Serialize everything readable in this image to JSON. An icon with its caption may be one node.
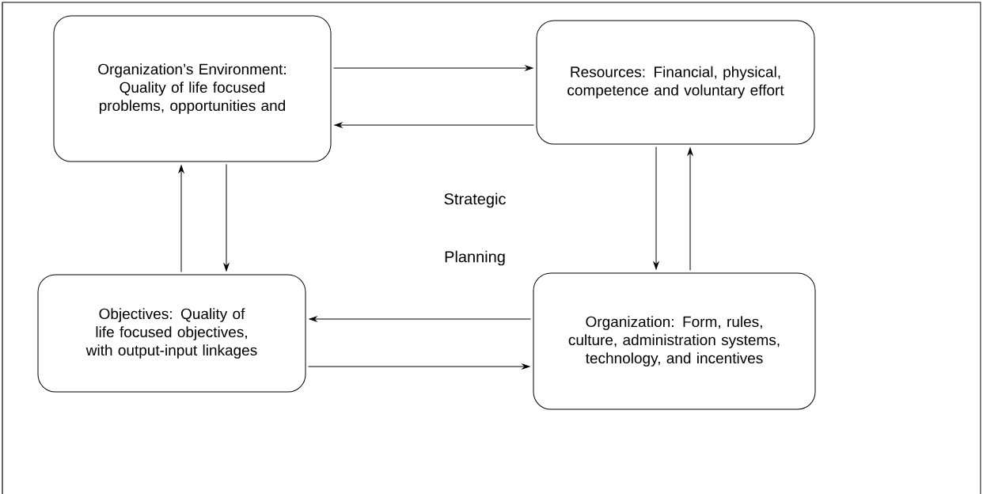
{
  "diagram": {
    "nodes": [
      {
        "text": [
          "Organization’s Environment: Quality of life focused problems, opportunities and"
        ]
      },
      {
        "text": [
          "Resources: Financial, physical, competence and voluntary effort"
        ]
      },
      {
        "text": [
          "Objectives: Quality of life focused objectives, with output-input linkages"
        ]
      },
      {
        "text": [
          "Organization: Form, rules, culture, administration systems, technology, and incentives"
        ]
      }
    ],
    "edges": [
      {
        "from": 0,
        "to": 1,
        "arrow": "to"
      },
      {
        "from": 1,
        "to": 0,
        "arrow": "to"
      },
      {
        "from": 0,
        "to": 2,
        "arrow": "to"
      },
      {
        "from": 2,
        "to": 0,
        "arrow": "to"
      },
      {
        "from": 1,
        "to": 3,
        "arrow": "to"
      },
      {
        "from": 3,
        "to": 1,
        "arrow": "to"
      },
      {
        "from": 3,
        "to": 2,
        "arrow": "to"
      },
      {
        "from": 2,
        "to": 3,
        "arrow": "to"
      }
    ],
    "labels": [
      "Strategic",
      "Planning"
    ]
  }
}
